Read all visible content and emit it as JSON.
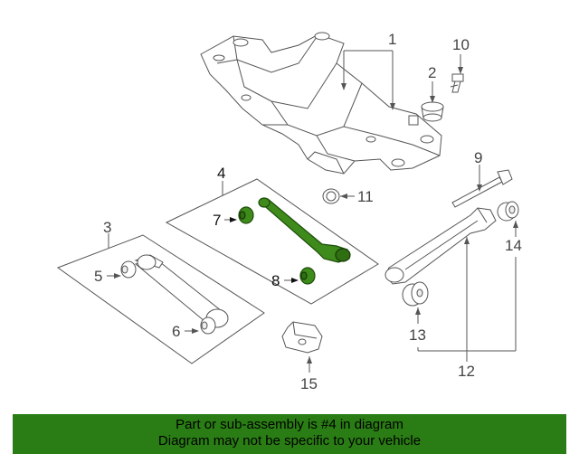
{
  "callouts": {
    "c1": "1",
    "c2": "2",
    "c3": "3",
    "c4": "4",
    "c5": "5",
    "c6": "6",
    "c7": "7",
    "c8": "8",
    "c9": "9",
    "c10": "10",
    "c11": "11",
    "c12": "12",
    "c13": "13",
    "c14": "14",
    "c15": "15"
  },
  "highlighted_part": "4",
  "colors": {
    "highlight": "#3e8a1b",
    "banner": "#2a7d14",
    "line": "#555555"
  },
  "banner": {
    "line1": "Part or sub-assembly is #4 in diagram",
    "line2": "Diagram may not be specific to your vehicle"
  }
}
